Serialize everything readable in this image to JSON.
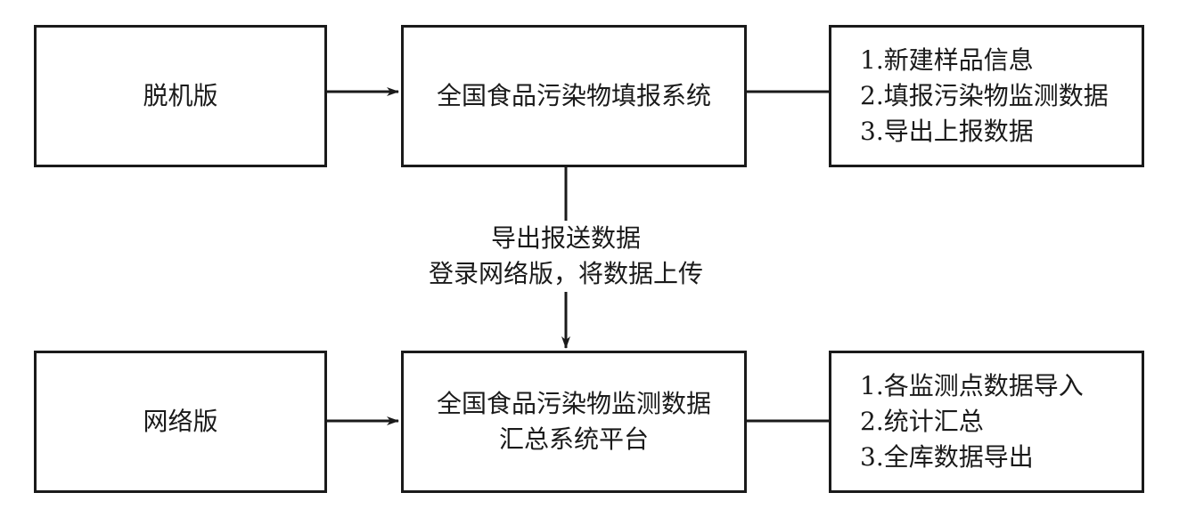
{
  "rows": [
    {
      "left": {
        "label": "脱机版"
      },
      "center": {
        "lines": [
          "全国食品污染物填报系统"
        ]
      },
      "right": {
        "items": [
          "1.新建样品信息",
          "2.填报污染物监测数据",
          "3.导出上报数据"
        ]
      }
    },
    {
      "left": {
        "label": "网络版"
      },
      "center": {
        "lines": [
          "全国食品污染物监测数据",
          "汇总系统平台"
        ]
      },
      "right": {
        "items": [
          "1.各监测点数据导入",
          "2.统计汇总",
          "3.全库数据导出"
        ]
      }
    }
  ],
  "transfer": {
    "lines": [
      "导出报送数据",
      "登录网络版，将数据上传"
    ]
  }
}
